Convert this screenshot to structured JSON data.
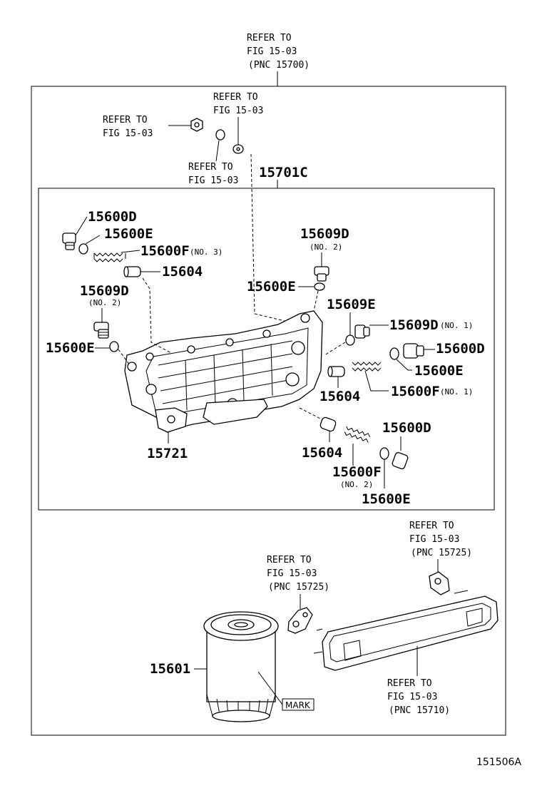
{
  "refs": {
    "top_main": [
      "REFER TO",
      "FIG 15-03",
      "(PNC 15700)"
    ],
    "upper_left": [
      "REFER TO",
      "FIG 15-03"
    ],
    "upper_mid": [
      "REFER TO",
      "FIG 15-03"
    ],
    "lower_mid": [
      "REFER TO",
      "FIG 15-03"
    ],
    "gasket_mid": [
      "REFER TO",
      "FIG 15-03",
      "(PNC 15725)"
    ],
    "gasket_right": [
      "REFER TO",
      "FIG 15-03",
      "(PNC 15725)"
    ],
    "element": [
      "REFER TO",
      "FIG 15-03",
      "(PNC 15710)"
    ]
  },
  "parts": {
    "p15701C": "15701C",
    "p15600D_a": "15600D",
    "p15600E_a": "15600E",
    "p15600F_a": "15600F",
    "p15600F_a_sub": "(NO. 3)",
    "p15604_a": "15604",
    "p15609D_a": "15609D",
    "p15609D_a_sub": "(NO. 2)",
    "p15600E_b": "15600E",
    "p15609D_b": "15609D",
    "p15609D_b_sub": "(NO. 2)",
    "p15600E_c": "15600E",
    "p15609E": "15609E",
    "p15609D_c": "15609D",
    "p15609D_c_sub": "(NO. 1)",
    "p15600D_b": "15600D",
    "p15600E_d": "15600E",
    "p15604_b": "15604",
    "p15600F_b": "15600F",
    "p15600F_b_sub": "(NO. 1)",
    "p15721": "15721",
    "p15604_c": "15604",
    "p15600D_c": "15600D",
    "p15600F_c": "15600F",
    "p15600F_c_sub": "(NO. 2)",
    "p15600E_e": "15600E",
    "p15601": "15601",
    "mark": "MARK"
  },
  "figure_code": "151506A"
}
